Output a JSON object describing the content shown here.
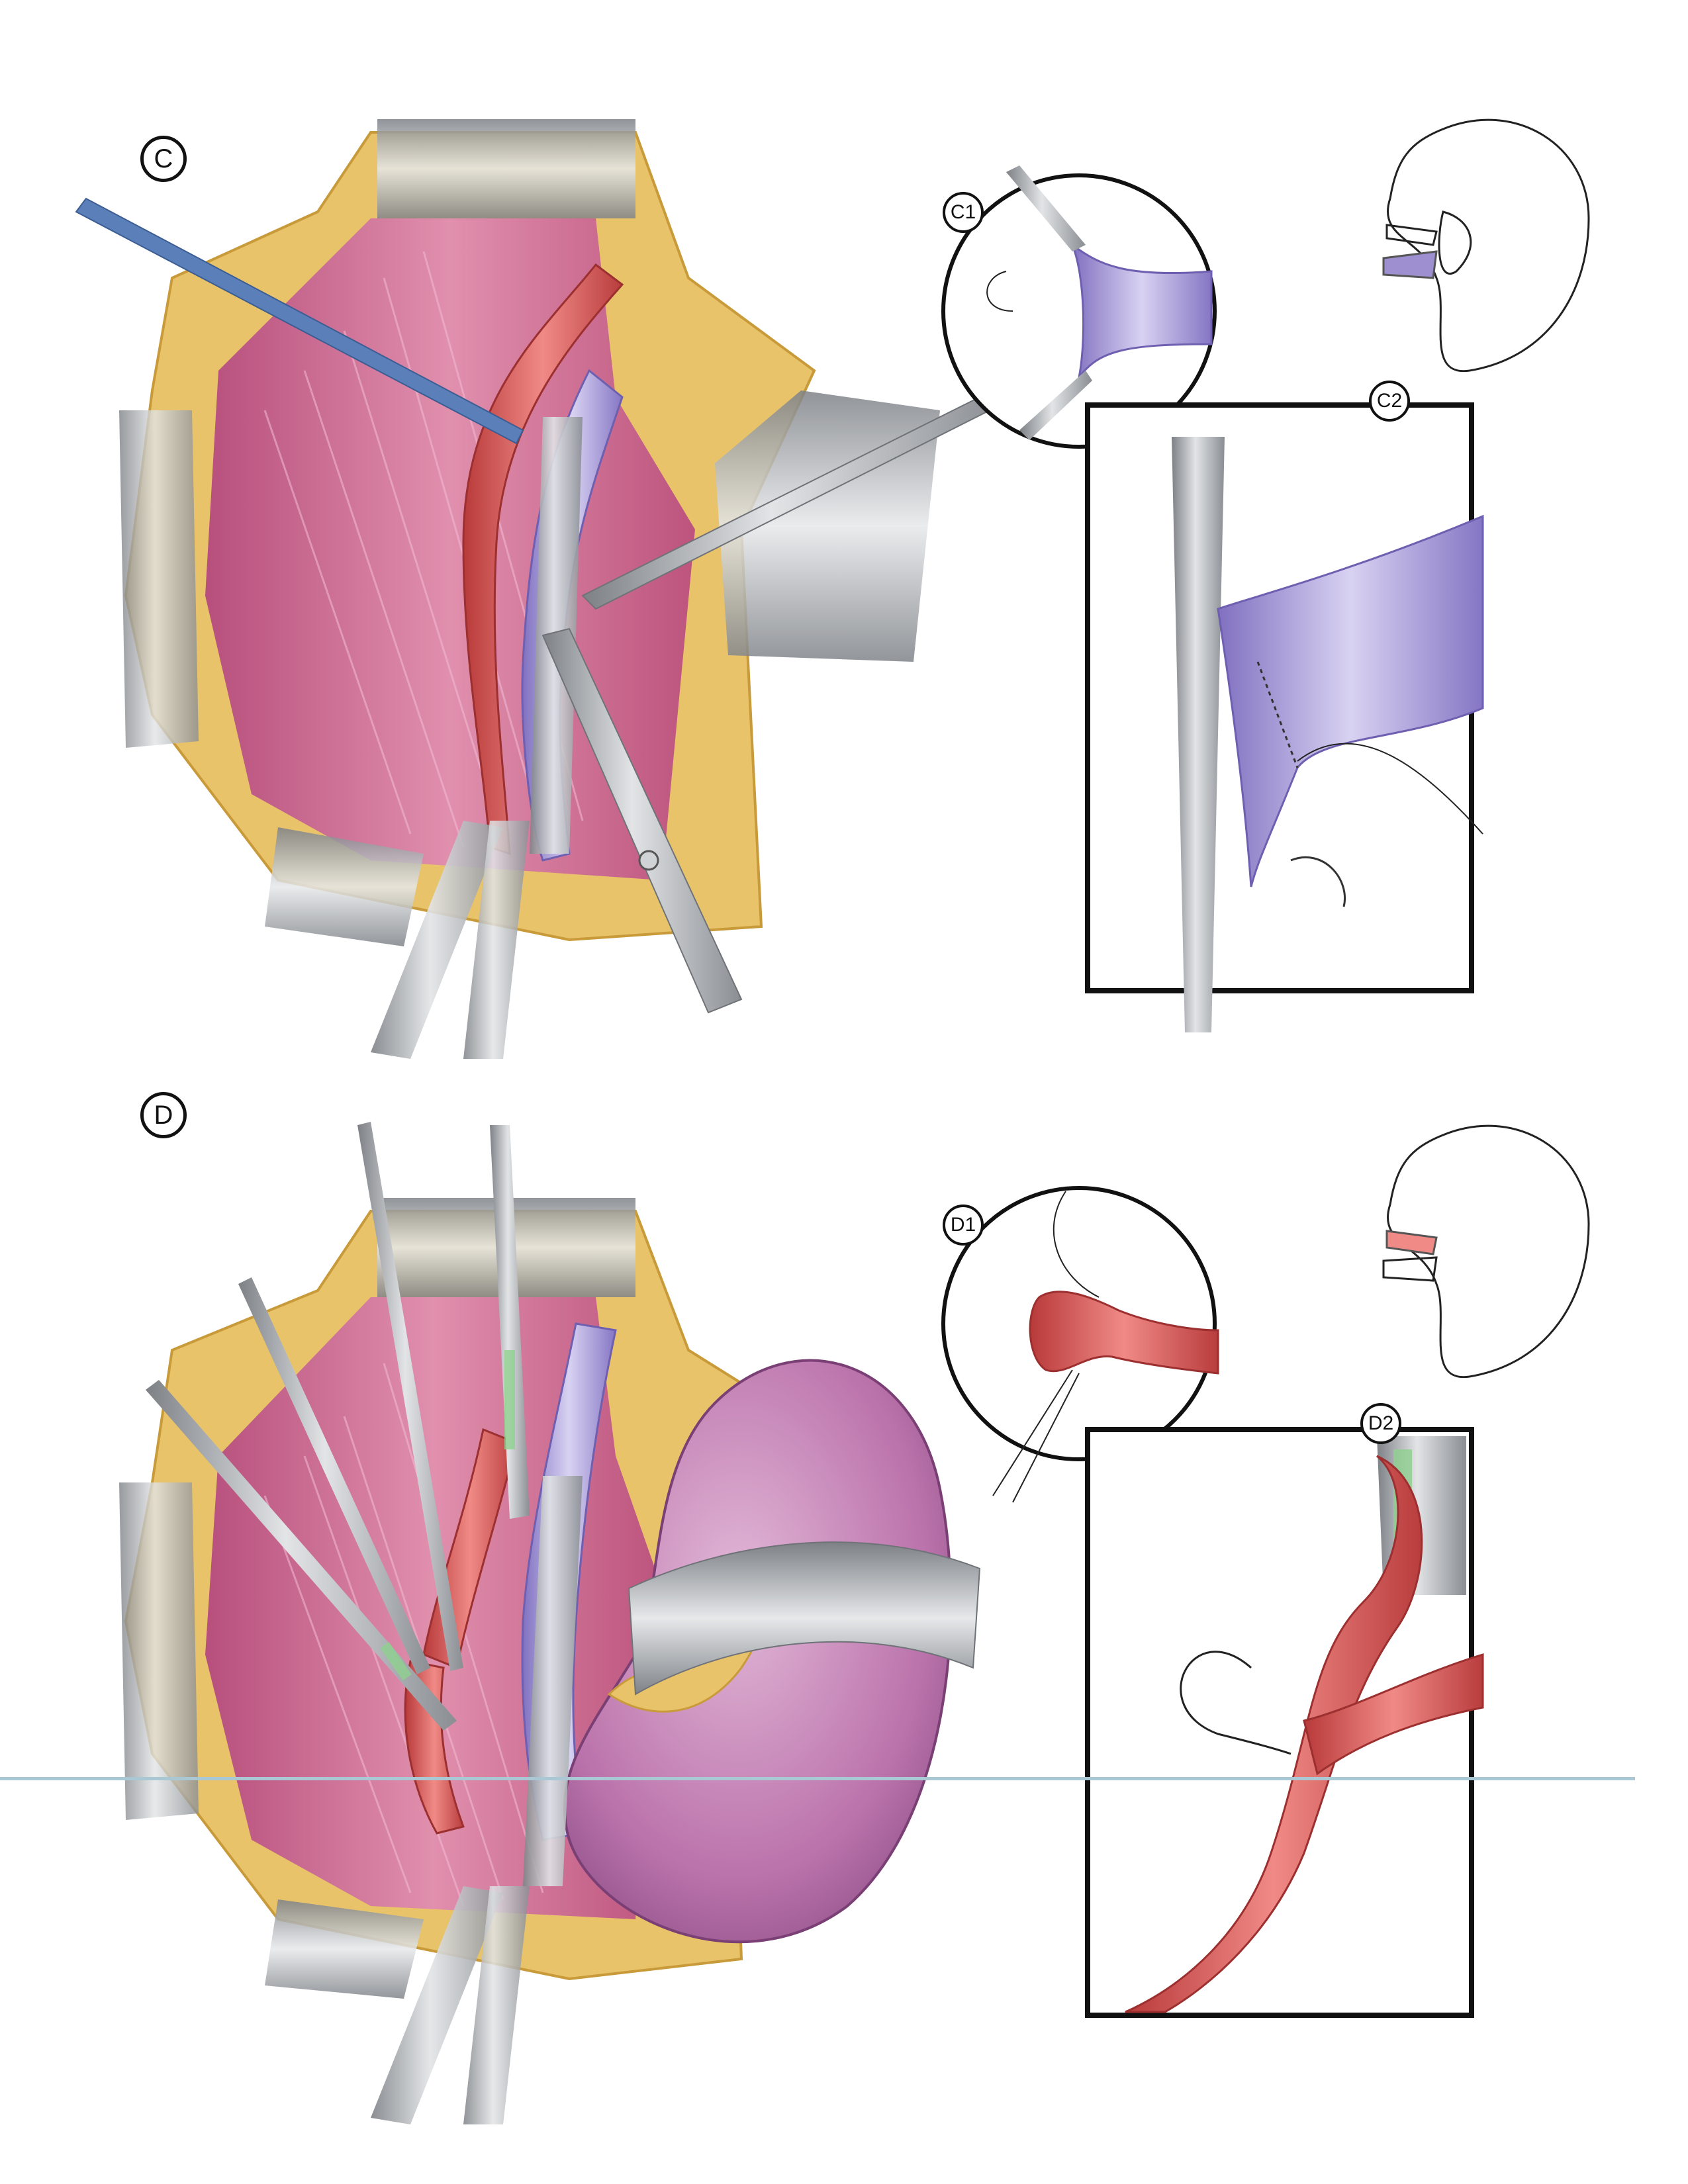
{
  "panels": {
    "c": {
      "label": "C",
      "inset1_label": "C1",
      "inset2_label": "C2"
    },
    "d": {
      "label": "D",
      "inset1_label": "D1",
      "inset2_label": "D2"
    }
  },
  "colors": {
    "fat": "#e8c36a",
    "muscle": "#c9578a",
    "artery": "#d9534f",
    "vein": "#9d8fd0",
    "kidney": "#b970a8",
    "instrument": "#9ea2a6",
    "divider": "#a9c8d4"
  }
}
